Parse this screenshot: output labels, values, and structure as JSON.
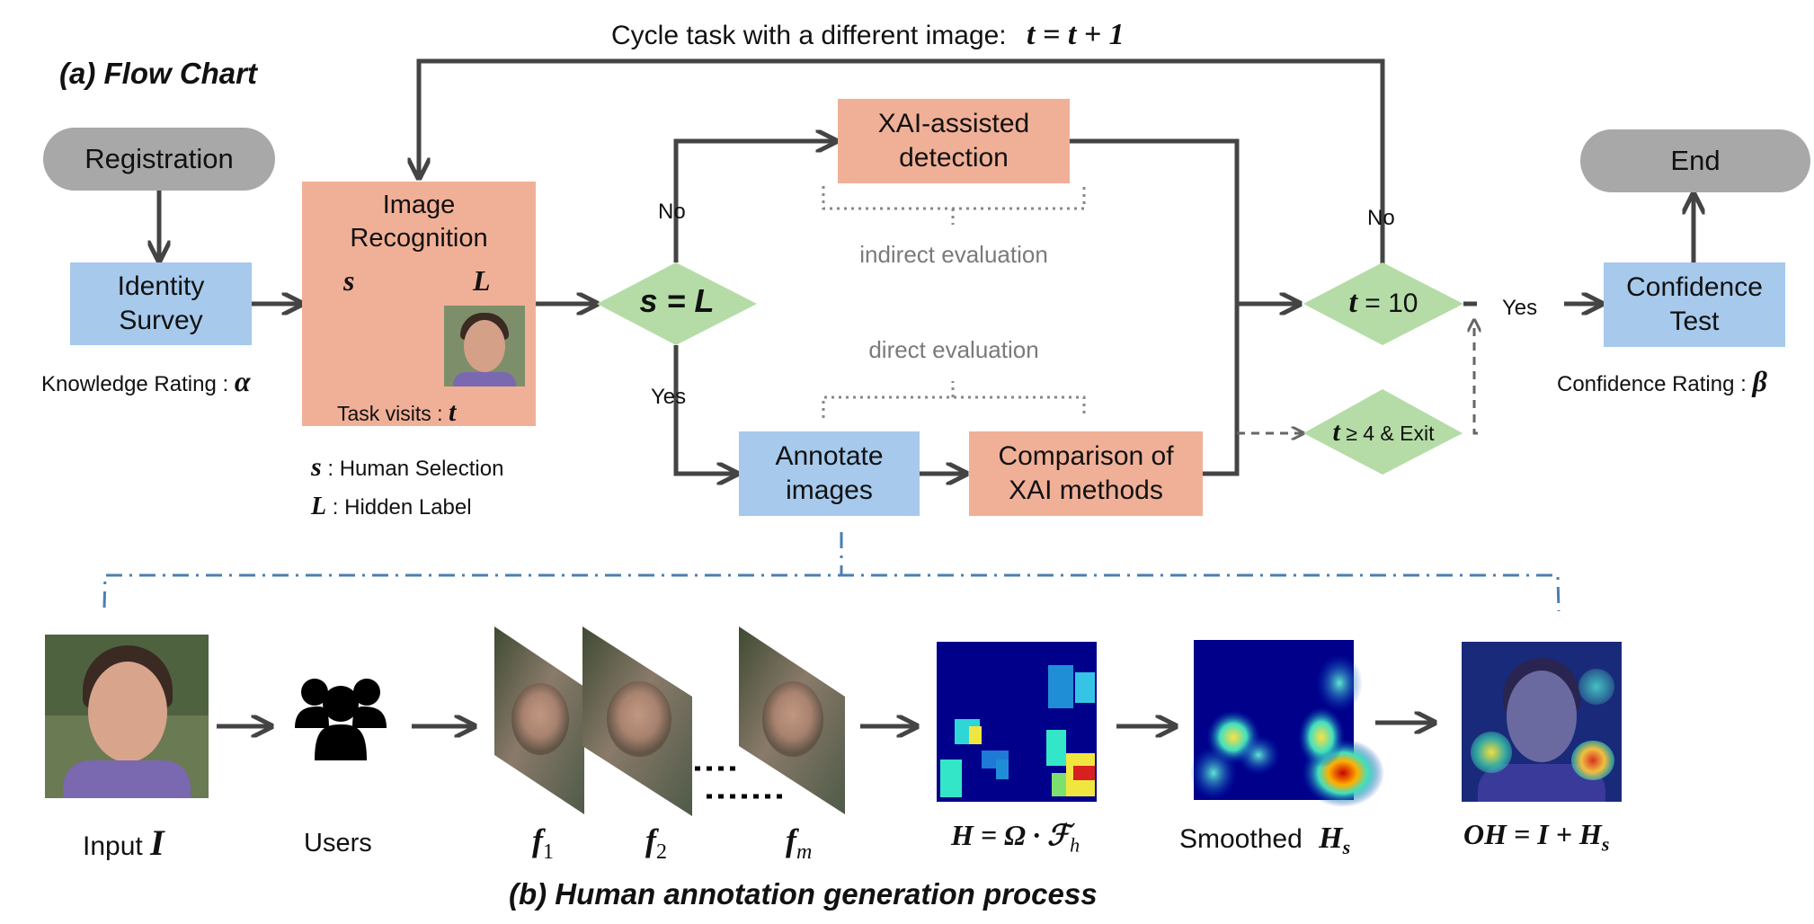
{
  "flow_chart": {
    "heading": "(a) Flow Chart",
    "cycle_label": "Cycle task with a different image:",
    "cycle_formula": "t = t + 1",
    "registration": "Registration",
    "identity_survey": [
      "Identity",
      "Survey"
    ],
    "knowledge_rating": "Knowledge Rating :",
    "alpha": "α",
    "image_recognition": [
      "Image",
      "Recognition"
    ],
    "s_symbol": "s",
    "l_symbol": "L",
    "task_visits": "Task visits :",
    "t_symbol": "t",
    "legend_s": ": Human Selection",
    "legend_l": ": Hidden Label",
    "decision_sl": "s = L",
    "no_label": "No",
    "yes_label": "Yes",
    "xai_detection": [
      "XAI-assisted",
      "detection"
    ],
    "indirect_evaluation": "indirect evaluation",
    "direct_evaluation": "direct evaluation",
    "annotate_images": [
      "Annotate",
      "images"
    ],
    "comparison": [
      "Comparison of",
      "XAI methods"
    ],
    "decision_t10_t": "t",
    "decision_t10_rest": " = 10",
    "no_label_2": "No",
    "yes_label_2": "Yes",
    "decision_t4_t": "t",
    "decision_t4_rest": " ≥ 4  & Exit",
    "end": "End",
    "confidence_test": [
      "Confidence",
      "Test"
    ],
    "confidence_rating": "Confidence Rating :",
    "beta": "β"
  },
  "annotation_process": {
    "heading": "(b) Human annotation generation process",
    "input_label": "Input",
    "input_symbol": "I",
    "users_label": "Users",
    "f1": "f",
    "f1_sub": "1",
    "f2": "f",
    "f2_sub": "2",
    "fm": "f",
    "fm_sub": "m",
    "h_formula": "H = Ω · ℱ",
    "h_sub": "h",
    "smoothed_label": "Smoothed",
    "hs_symbol": "H",
    "hs_sub": "s",
    "oh_formula": "OH = I + H",
    "oh_sub": "s"
  },
  "colors": {
    "blue_box": "#a6c9ec",
    "salmon_box": "#f0b097",
    "green_diamond": "#b5dca6",
    "grey_pill": "#a8a8a8",
    "arrow": "#444444",
    "dash_blue": "#4a7fb0"
  }
}
